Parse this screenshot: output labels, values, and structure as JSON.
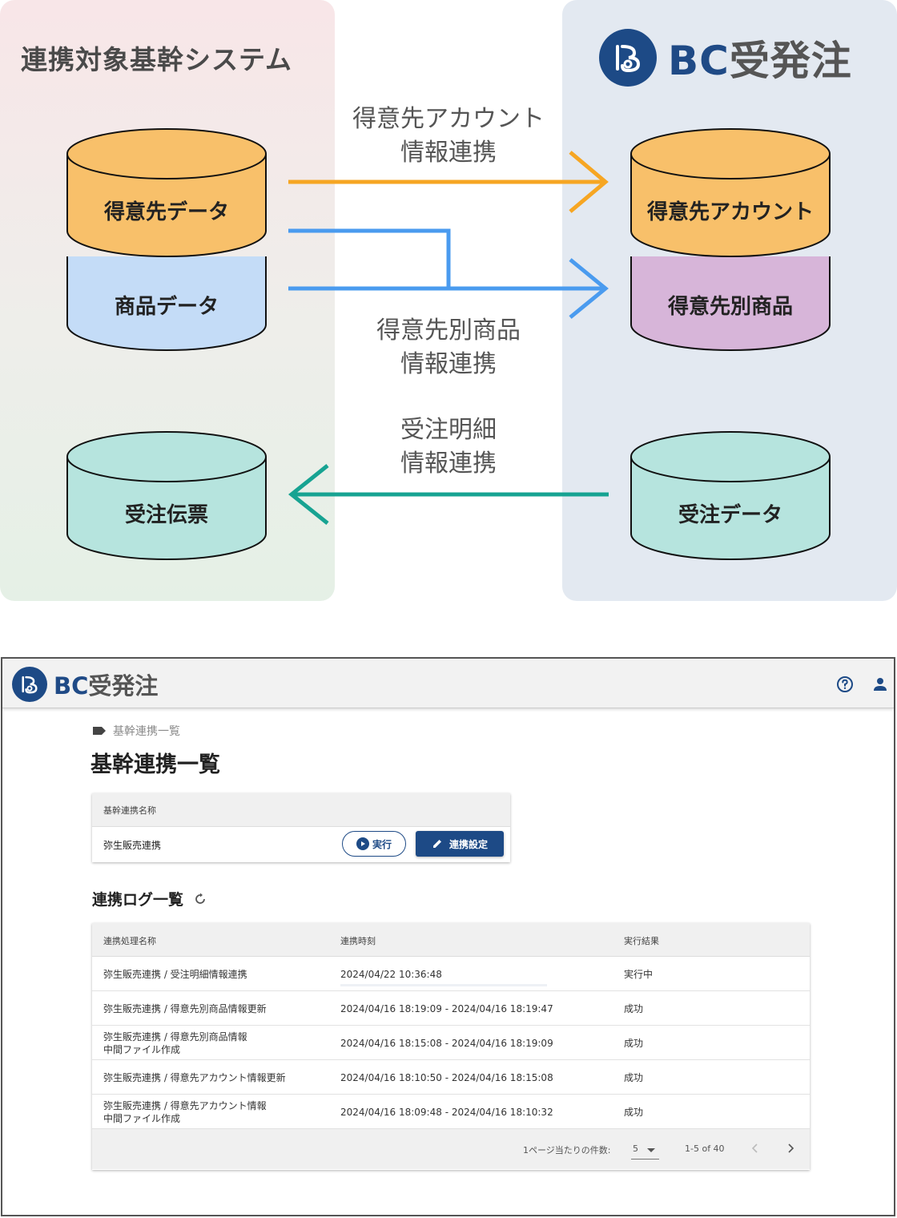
{
  "diagram": {
    "left_title": "連携対象基幹システム",
    "brand": {
      "bc": "BC",
      "jp": "受発注"
    },
    "left_db": {
      "customer": "得意先データ",
      "product": "商品データ",
      "order_slip": "受注伝票"
    },
    "right_db": {
      "customer_account": "得意先アカウント",
      "customer_product": "得意先別商品",
      "order_data": "受注データ"
    },
    "arrow_labels": {
      "account": [
        "得意先アカウント",
        "情報連携"
      ],
      "product": [
        "得意先別商品",
        "情報連携"
      ],
      "order": [
        "受注明細",
        "情報連携"
      ]
    },
    "colors": {
      "orange": "#f6a623",
      "blue": "#4a9bef",
      "teal": "#17a392",
      "cyl_orange": "#f8c06a",
      "cyl_blue": "#c4dcf7",
      "cyl_purple": "#d7b5d9",
      "cyl_teal": "#b6e4de"
    }
  },
  "app": {
    "header": {
      "brand_bc": "BC",
      "brand_jp": "受発注",
      "help_icon": "help-circle-icon",
      "user_icon": "account-icon"
    },
    "breadcrumb": "基幹連携一覧",
    "page_title": "基幹連携一覧",
    "connection": {
      "column": "基幹連携名称",
      "name": "弥生販売連携",
      "run_label": "実行",
      "settings_label": "連携設定"
    },
    "log": {
      "title": "連携ログ一覧",
      "columns": [
        "連携処理名称",
        "連携時刻",
        "実行結果"
      ],
      "rows": [
        {
          "name": [
            "弥生販売連携 / 受注明細情報連携"
          ],
          "time": "2024/04/22 10:36:48",
          "result": "実行中",
          "progress": 0.0
        },
        {
          "name": [
            "弥生販売連携 / 得意先別商品情報更新"
          ],
          "time": "2024/04/16 18:19:09 - 2024/04/16 18:19:47",
          "result": "成功"
        },
        {
          "name": [
            "弥生販売連携 / 得意先別商品情報",
            "中間ファイル作成"
          ],
          "time": "2024/04/16 18:15:08 - 2024/04/16 18:19:09",
          "result": "成功"
        },
        {
          "name": [
            "弥生販売連携 / 得意先アカウント情報更新"
          ],
          "time": "2024/04/16 18:10:50 - 2024/04/16 18:15:08",
          "result": "成功"
        },
        {
          "name": [
            "弥生販売連携 / 得意先アカウント情報",
            "中間ファイル作成"
          ],
          "time": "2024/04/16 18:09:48 - 2024/04/16 18:10:32",
          "result": "成功"
        }
      ],
      "footer": {
        "per_page_label": "1ページ当たりの件数:",
        "per_page": "5",
        "range": "1-5 of 40"
      }
    },
    "colors": {
      "primary": "#1d4a86"
    }
  }
}
